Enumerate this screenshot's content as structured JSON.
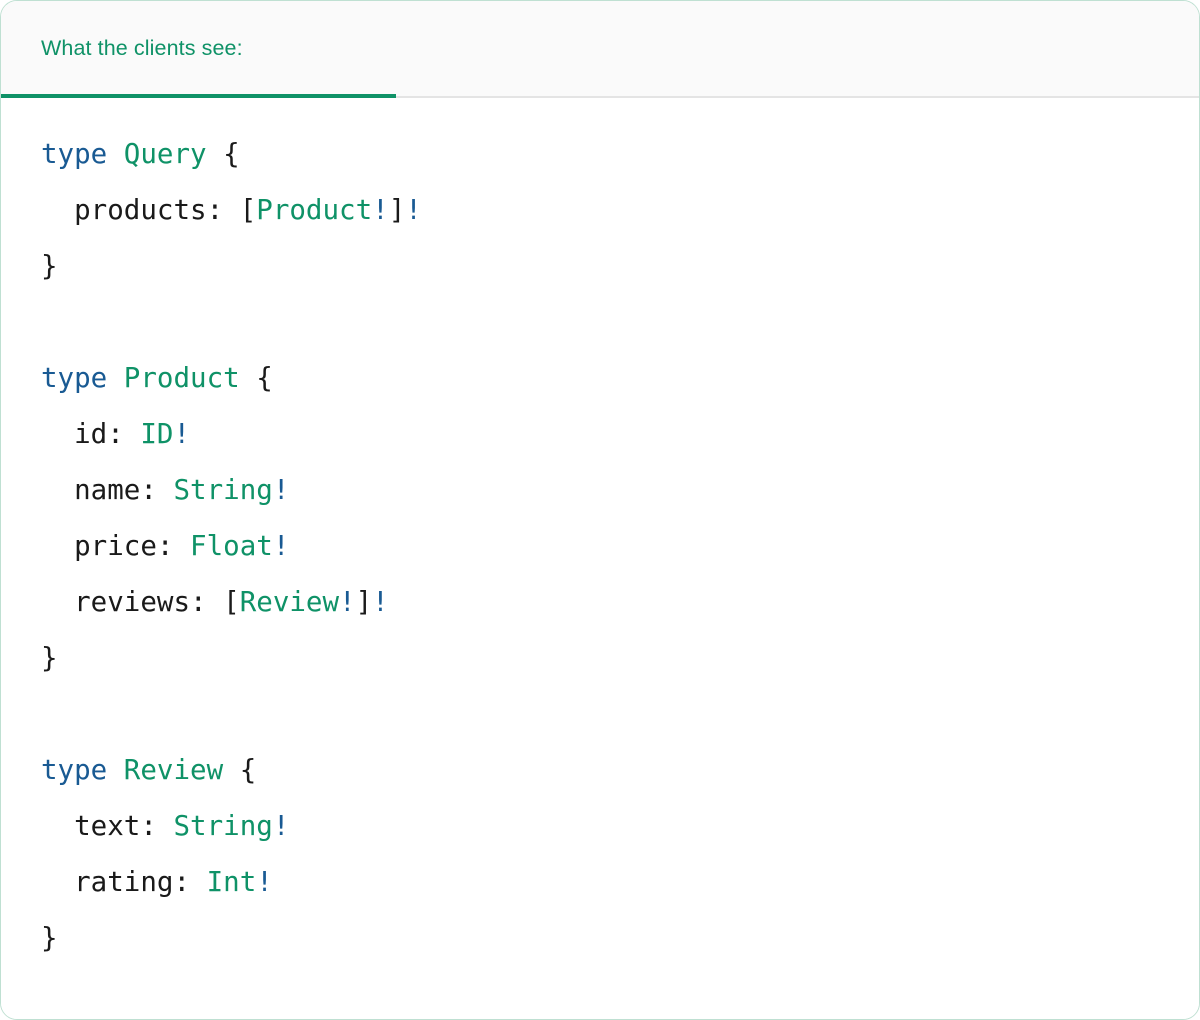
{
  "card": {
    "accent_color": "#0f9267",
    "keyword_color": "#195a93",
    "border_color": "#bfe0d2",
    "header_background": "#fafafa",
    "code_background": "#ffffff"
  },
  "tabs": [
    {
      "label": "What the clients see:",
      "active": true
    }
  ],
  "code": {
    "language": "graphql",
    "text": "type Query {\n  products: [Product!]!\n}\n\ntype Product {\n  id: ID!\n  name: String!\n  price: Float!\n  reviews: [Review!]!\n}\n\ntype Review {\n  text: String!\n  rating: Int!\n}",
    "lines": [
      {
        "tokens": [
          {
            "t": "type",
            "k": "kw"
          },
          {
            "t": " ",
            "k": "plain"
          },
          {
            "t": "Query",
            "k": "type"
          },
          {
            "t": " ",
            "k": "plain"
          },
          {
            "t": "{",
            "k": "punc"
          }
        ]
      },
      {
        "tokens": [
          {
            "t": "  products",
            "k": "name"
          },
          {
            "t": ": ",
            "k": "punc"
          },
          {
            "t": "[",
            "k": "punc"
          },
          {
            "t": "Product",
            "k": "type"
          },
          {
            "t": "!",
            "k": "bang"
          },
          {
            "t": "]",
            "k": "punc"
          },
          {
            "t": "!",
            "k": "bang"
          }
        ]
      },
      {
        "tokens": [
          {
            "t": "}",
            "k": "punc"
          }
        ]
      },
      {
        "tokens": []
      },
      {
        "tokens": [
          {
            "t": "type",
            "k": "kw"
          },
          {
            "t": " ",
            "k": "plain"
          },
          {
            "t": "Product",
            "k": "type"
          },
          {
            "t": " ",
            "k": "plain"
          },
          {
            "t": "{",
            "k": "punc"
          }
        ]
      },
      {
        "tokens": [
          {
            "t": "  id",
            "k": "name"
          },
          {
            "t": ": ",
            "k": "punc"
          },
          {
            "t": "ID",
            "k": "type"
          },
          {
            "t": "!",
            "k": "bang"
          }
        ]
      },
      {
        "tokens": [
          {
            "t": "  name",
            "k": "name"
          },
          {
            "t": ": ",
            "k": "punc"
          },
          {
            "t": "String",
            "k": "type"
          },
          {
            "t": "!",
            "k": "bang"
          }
        ]
      },
      {
        "tokens": [
          {
            "t": "  price",
            "k": "name"
          },
          {
            "t": ": ",
            "k": "punc"
          },
          {
            "t": "Float",
            "k": "type"
          },
          {
            "t": "!",
            "k": "bang"
          }
        ]
      },
      {
        "tokens": [
          {
            "t": "  reviews",
            "k": "name"
          },
          {
            "t": ": ",
            "k": "punc"
          },
          {
            "t": "[",
            "k": "punc"
          },
          {
            "t": "Review",
            "k": "type"
          },
          {
            "t": "!",
            "k": "bang"
          },
          {
            "t": "]",
            "k": "punc"
          },
          {
            "t": "!",
            "k": "bang"
          }
        ]
      },
      {
        "tokens": [
          {
            "t": "}",
            "k": "punc"
          }
        ]
      },
      {
        "tokens": []
      },
      {
        "tokens": [
          {
            "t": "type",
            "k": "kw"
          },
          {
            "t": " ",
            "k": "plain"
          },
          {
            "t": "Review",
            "k": "type"
          },
          {
            "t": " ",
            "k": "plain"
          },
          {
            "t": "{",
            "k": "punc"
          }
        ]
      },
      {
        "tokens": [
          {
            "t": "  text",
            "k": "name"
          },
          {
            "t": ": ",
            "k": "punc"
          },
          {
            "t": "String",
            "k": "type"
          },
          {
            "t": "!",
            "k": "bang"
          }
        ]
      },
      {
        "tokens": [
          {
            "t": "  rating",
            "k": "name"
          },
          {
            "t": ": ",
            "k": "punc"
          },
          {
            "t": "Int",
            "k": "type"
          },
          {
            "t": "!",
            "k": "bang"
          }
        ]
      },
      {
        "tokens": [
          {
            "t": "}",
            "k": "punc"
          }
        ]
      }
    ]
  }
}
